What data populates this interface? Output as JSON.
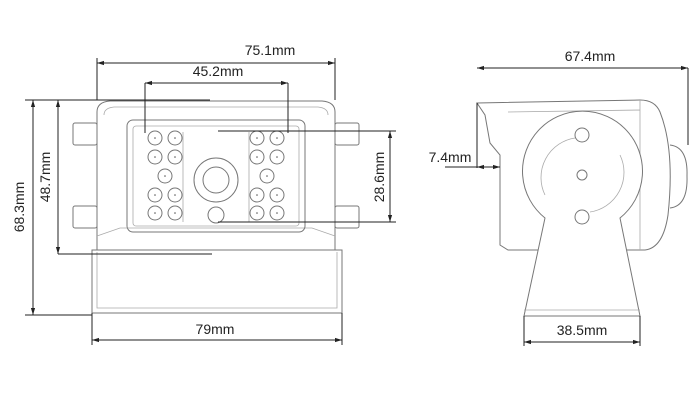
{
  "front_view": {
    "dimensions": {
      "top_width": "75.1mm",
      "led_span": "45.2mm",
      "bottom_width": "79mm",
      "total_height": "68.3mm",
      "head_height": "48.7mm",
      "window_height": "28.6mm"
    }
  },
  "side_view": {
    "dimensions": {
      "depth": "67.4mm",
      "visor_offset": "7.4mm",
      "base_width": "38.5mm"
    }
  }
}
